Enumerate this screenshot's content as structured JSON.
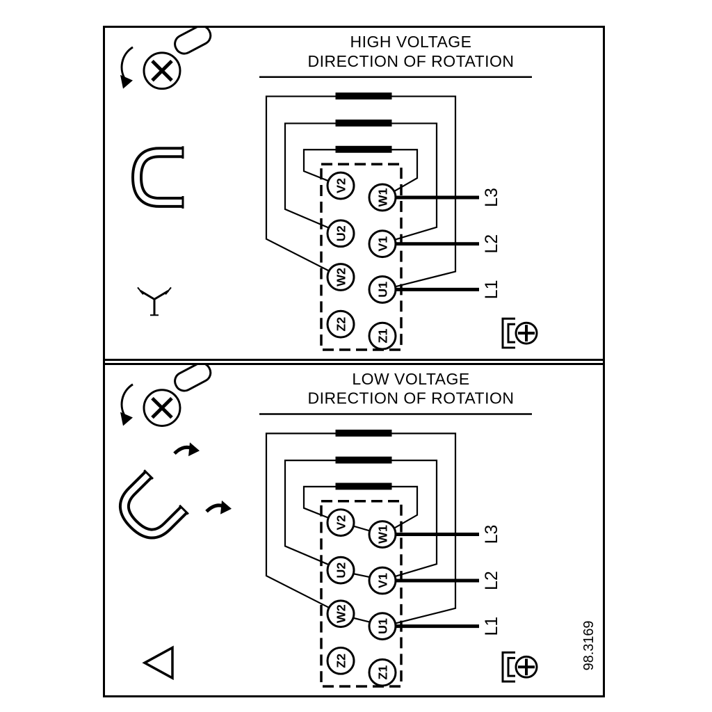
{
  "figure_number": "98.3169",
  "colors": {
    "ink": "#000000",
    "background": "#ffffff"
  },
  "panels": [
    {
      "id": "high-voltage",
      "title_line1": "HIGH VOLTAGE",
      "title_line2": "DIRECTION OF ROTATION",
      "connection_symbol": "star",
      "terminals_left": [
        "V2",
        "U2",
        "W2",
        "Z2"
      ],
      "terminals_right": [
        "W1",
        "V1",
        "U1",
        "Z1"
      ],
      "line_labels": [
        "L3",
        "L2",
        "L1"
      ]
    },
    {
      "id": "low-voltage",
      "title_line1": "LOW VOLTAGE",
      "title_line2": "DIRECTION OF ROTATION",
      "connection_symbol": "delta",
      "terminals_left": [
        "V2",
        "U2",
        "W2",
        "Z2"
      ],
      "terminals_right": [
        "W1",
        "V1",
        "U1",
        "Z1"
      ],
      "line_labels": [
        "L3",
        "L2",
        "L1"
      ]
    }
  ]
}
